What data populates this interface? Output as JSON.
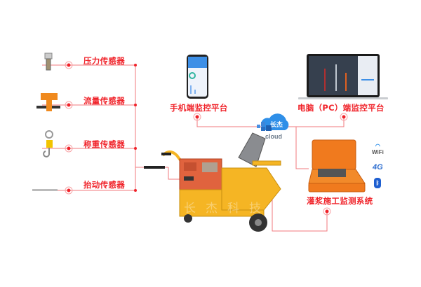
{
  "sensors": [
    {
      "label": "压力传感器",
      "icon": "pressure-sensor"
    },
    {
      "label": "流量传感器",
      "icon": "flow-sensor"
    },
    {
      "label": "称重传感器",
      "icon": "weighing-sensor"
    },
    {
      "label": "抬动传感器",
      "icon": "lift-sensor"
    }
  ],
  "platforms": {
    "mobile": "手机端监控平台",
    "pc": "电脑（PC）端监控平台",
    "monitor": "灌浆施工监测系统"
  },
  "cloud": {
    "brand": "长杰",
    "word": "cloud"
  },
  "connectivity": {
    "wifi": "WiFi",
    "cellular": "4G",
    "bluetooth": "bluetooth-icon"
  },
  "watermark": "长杰科技",
  "colors": {
    "accent": "#f0232a",
    "line": "#f27a7e",
    "machine": "#f5b524",
    "case": "#f07a1e",
    "cloud": "#2f8fe8"
  }
}
